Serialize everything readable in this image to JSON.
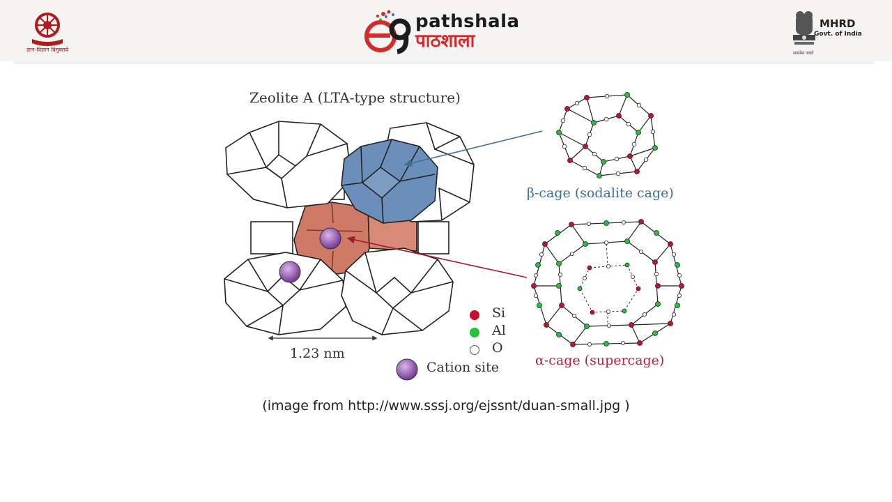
{
  "header": {
    "ugc_caption": "ज्ञान-विज्ञान विमुक्तये",
    "logo_title": "pathshala",
    "logo_title_hindi": "पाठशाला",
    "mhrd_title": "MHRD",
    "mhrd_subtitle": "Govt. of India",
    "mhrd_motto": "सत्यमेव जयते"
  },
  "figure": {
    "title": "Zeolite A (LTA-type structure)",
    "scale": "1.23 nm",
    "beta_label": "β-cage (sodalite cage)",
    "alpha_label": "α-cage (supercage)",
    "legend": [
      {
        "label": "Si",
        "color": "#c8102e"
      },
      {
        "label": "Al",
        "color": "#22c23a"
      },
      {
        "label": "O",
        "color": "#ffffff"
      },
      {
        "label": "Cation site",
        "color": "#9a5bb5"
      }
    ]
  },
  "caption": "(image from http://www.sssj.org/ejssnt/duan-small.jpg )",
  "colors": {
    "beta_cage": "#6b8fba",
    "alpha_cage": "#cf7a66",
    "cation": "#9a5bb5",
    "arrow_blue": "#3d6f95",
    "arrow_red": "#a01a34"
  }
}
